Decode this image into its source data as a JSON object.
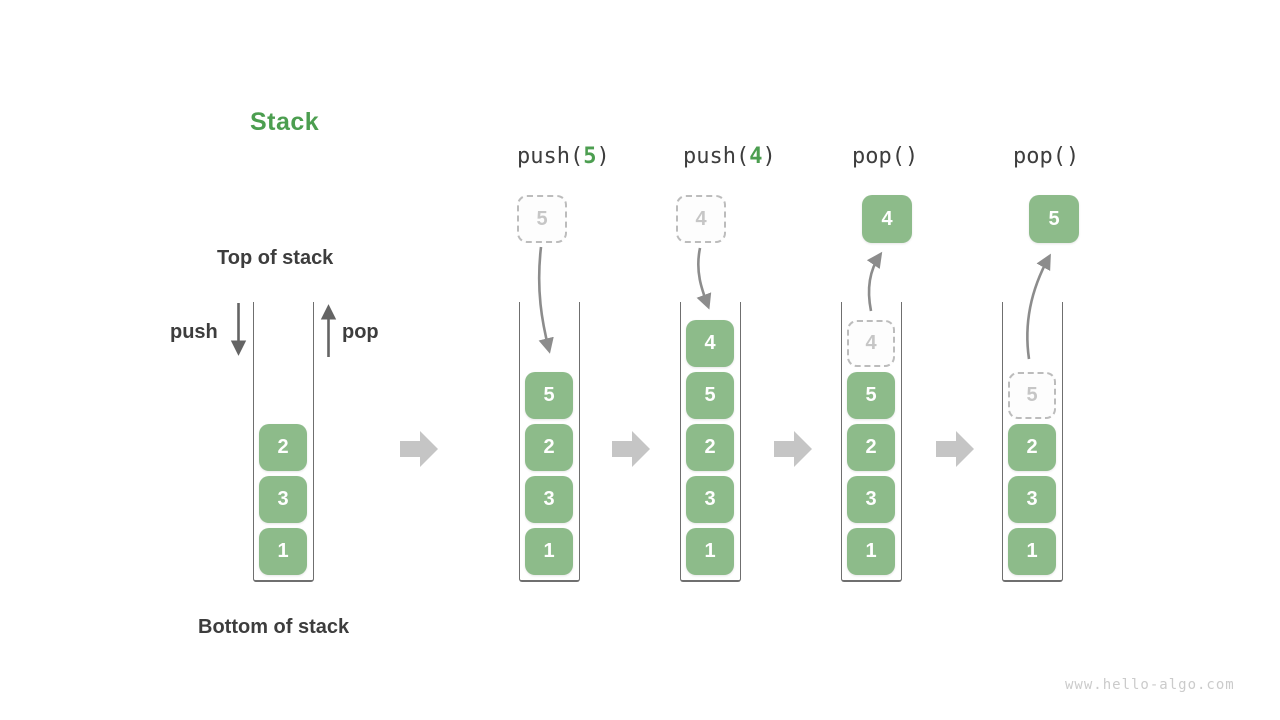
{
  "title": "Stack",
  "annotations": {
    "top_of_stack": "Top of stack",
    "bottom_of_stack": "Bottom of stack",
    "push_label": "push",
    "pop_label": "pop"
  },
  "watermark": "www.hello-algo.com",
  "colors": {
    "title_green": "#4c9e50",
    "cell_green": "#8dbb8a",
    "op_arg_green": "#4c9e50",
    "step_arrow_gray": "#c5c5c5",
    "curve_arrow_gray": "#8c8c8c",
    "text_dark": "#3d3d3d",
    "ghost_gray": "#c6c6c6",
    "watermark_gray": "#cbcbcb"
  },
  "icons": {
    "push_arrow": "arrow-down",
    "pop_arrow": "arrow-up",
    "step_arrow": "block-arrow-right",
    "push_curve": "curved-arrow-down",
    "pop_curve": "curved-arrow-up"
  },
  "columns": [
    {
      "cells": [
        "2",
        "3",
        "1"
      ]
    },
    {
      "op": {
        "prefix": "push(",
        "arg": "5",
        "suffix": ")"
      },
      "incoming": "5",
      "cells": [
        "5",
        "2",
        "3",
        "1"
      ]
    },
    {
      "op": {
        "prefix": "push(",
        "arg": "4",
        "suffix": ")"
      },
      "incoming": "4",
      "cells": [
        "4",
        "5",
        "2",
        "3",
        "1"
      ]
    },
    {
      "op": {
        "prefix": "pop()",
        "arg": "",
        "suffix": ""
      },
      "popped": "4",
      "ghost": "4",
      "cells": [
        "5",
        "2",
        "3",
        "1"
      ]
    },
    {
      "op": {
        "prefix": "pop()",
        "arg": "",
        "suffix": ""
      },
      "popped": "5",
      "ghost": "5",
      "cells": [
        "2",
        "3",
        "1"
      ]
    }
  ]
}
